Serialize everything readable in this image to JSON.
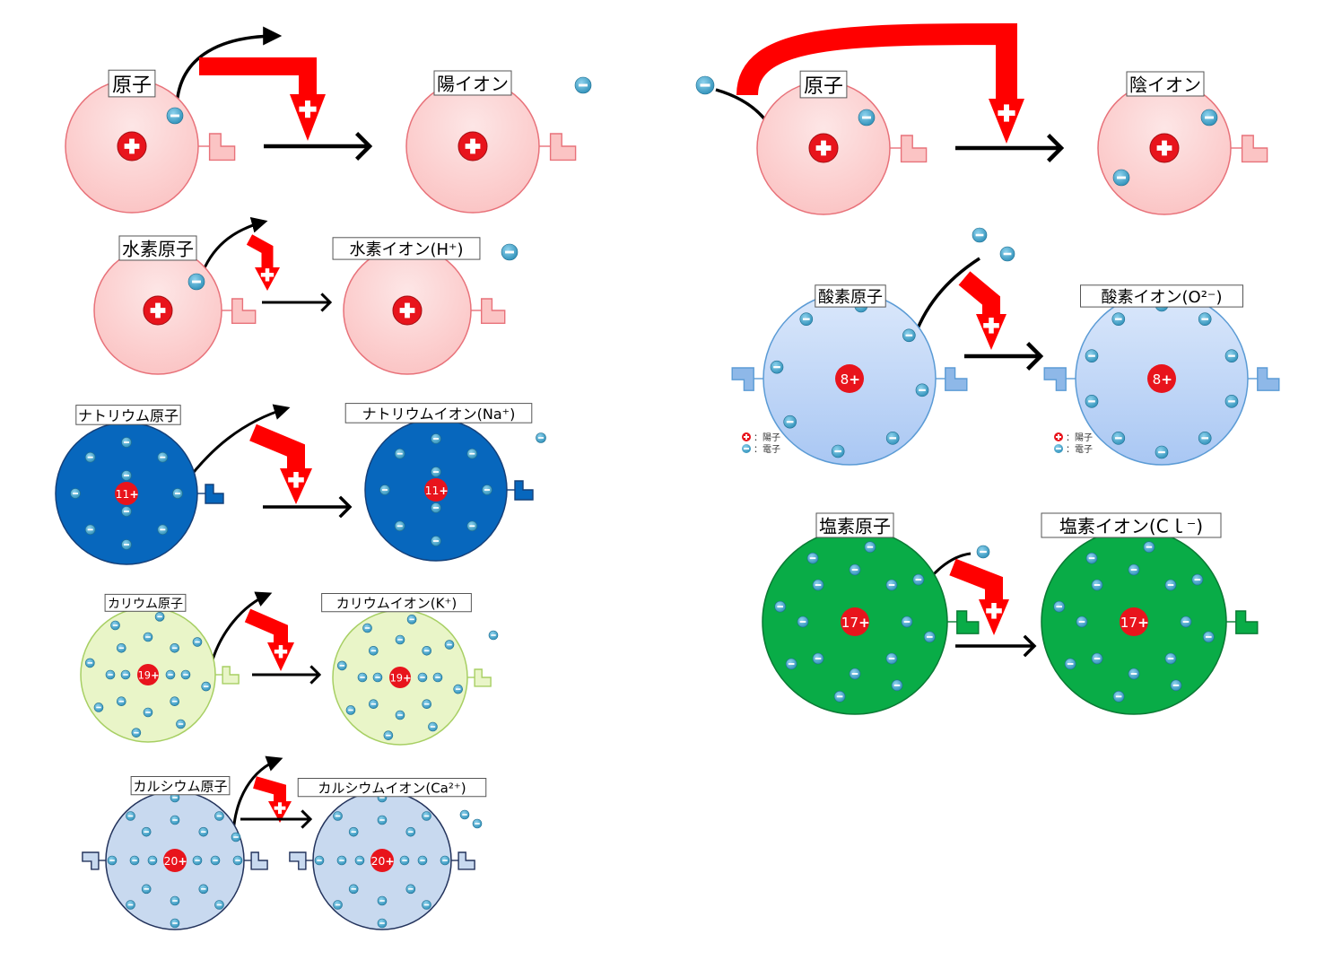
{
  "colors": {
    "arrow_red": "#ff0000",
    "proton_red": "#e8141c",
    "electron_blue": "#3aa4cc",
    "arrow_black": "#000000",
    "pink_fill": "#fdd6d6",
    "pink_stroke": "#e8727a",
    "navy_fill": "#0767bd",
    "navy_stroke": "#14407a",
    "lime_fill": "#e9f5c8",
    "lime_stroke": "#a7cf63",
    "lightblue_fill": "#c8d9ef",
    "lightblue_stroke": "#23335c",
    "sky_fill": "#c8dcf8",
    "sky_stroke": "#5b9bd5",
    "green_fill": "#09ac47",
    "green_stroke": "#0a7a34"
  },
  "rows": [
    {
      "id": "cation-general",
      "atom": {
        "label": "原子",
        "charge": ""
      },
      "ion": {
        "label": "陽イオン",
        "charge": ""
      },
      "theme": "pink"
    },
    {
      "id": "anion-general",
      "atom": {
        "label": "原子",
        "charge": ""
      },
      "ion": {
        "label": "陰イオン",
        "charge": ""
      },
      "theme": "pink"
    },
    {
      "id": "hydrogen",
      "atom": {
        "label": "水素原子",
        "charge": ""
      },
      "ion": {
        "label": "水素イオン(H⁺)",
        "charge": ""
      },
      "theme": "pink"
    },
    {
      "id": "oxygen",
      "atom": {
        "label": "酸素原子",
        "charge": "8"
      },
      "ion": {
        "label": "酸素イオン(O²⁻)",
        "charge": "8"
      },
      "theme": "sky",
      "legend": {
        "proton": "：陽子",
        "electron": "：電子"
      }
    },
    {
      "id": "sodium",
      "atom": {
        "label": "ナトリウム原子",
        "charge": "11"
      },
      "ion": {
        "label": "ナトリウムイオン(Na⁺)",
        "charge": "11"
      },
      "theme": "navy"
    },
    {
      "id": "chlorine",
      "atom": {
        "label": "塩素原子",
        "charge": "17"
      },
      "ion": {
        "label": "塩素イオン(Cｌ⁻)",
        "charge": "17"
      },
      "theme": "green"
    },
    {
      "id": "potassium",
      "atom": {
        "label": "カリウム原子",
        "charge": "19"
      },
      "ion": {
        "label": "カリウムイオン(K⁺)",
        "charge": "19"
      },
      "theme": "lime"
    },
    {
      "id": "calcium",
      "atom": {
        "label": "カルシウム原子",
        "charge": "20"
      },
      "ion": {
        "label": "カルシウムイオン(Ca²⁺)",
        "charge": "20"
      },
      "theme": "lightblue"
    }
  ]
}
